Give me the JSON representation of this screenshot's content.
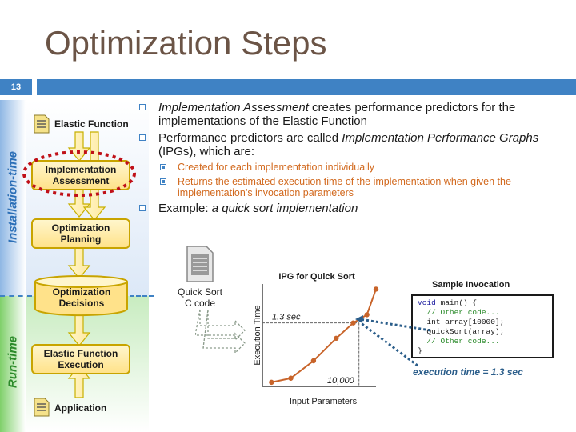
{
  "slide": {
    "title": "Optimization Steps",
    "page_number": "13",
    "accent_color": "#3f82c4",
    "text_accent_color": "#d2691e"
  },
  "phases": {
    "installation_label": "Installation-time",
    "runtime_label": "Run-time"
  },
  "flow": {
    "elastic_function": "Elastic Function",
    "implementation_assessment_line1": "Implementation",
    "implementation_assessment_line2": "Assessment",
    "optimization_planning_line1": "Optimization",
    "optimization_planning_line2": "Planning",
    "optimization_decisions_line1": "Optimization",
    "optimization_decisions_line2": "Decisions",
    "elastic_function_execution_line1": "Elastic Function",
    "elastic_function_execution_line2": "Execution",
    "application": "Application"
  },
  "bullets": {
    "b1_em": "Implementation Assessment",
    "b1_rest": " creates performance predictors for the implementations of the Elastic Function",
    "b2_pre": "Performance predictors are called ",
    "b2_em": "Implementation Performance Graphs",
    "b2_post": " (IPGs), which are:",
    "b2_sub1": "Created for each implementation individually",
    "b2_sub2": "Returns the estimated execution time of the implementation when given the implementation’s invocation parameters",
    "b3_pre": "Example: ",
    "b3_em": "a quick sort implementation"
  },
  "example": {
    "source_line1": "Quick Sort",
    "source_line2": "C code",
    "sample_title": "Sample Invocation",
    "result_text": "execution time = 1.3 sec",
    "code": {
      "l1_kw": "void",
      "l1_rest": " main() {",
      "l2": "  // Other code...",
      "l3": "  int array[10000];",
      "l4": "  QuickSort(array);",
      "l5": "  // Other code...",
      "l6": "}"
    }
  },
  "chart_data": {
    "type": "line",
    "title": "IPG for Quick Sort",
    "xlabel": "Input Parameters",
    "ylabel": "Execution Time",
    "line_color": "#c8642a",
    "x": [
      0.08,
      0.25,
      0.45,
      0.65,
      0.8,
      0.92,
      1.0
    ],
    "y": [
      0.04,
      0.08,
      0.25,
      0.47,
      0.62,
      0.7,
      0.95
    ],
    "annotations": {
      "x_marker_label": "10,000",
      "y_marker_label": "1.3 sec",
      "marker_x": 0.85,
      "marker_y": 0.62
    }
  }
}
